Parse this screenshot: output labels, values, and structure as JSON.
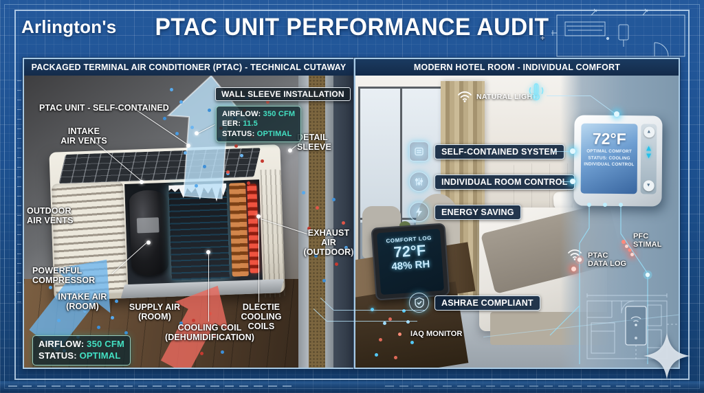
{
  "header": {
    "brand": "Arlington's",
    "title": "PTAC UNIT PERFORMANCE AUDIT"
  },
  "left_panel": {
    "title": "PACKAGED TERMINAL AIR CONDITIONER (PTAC) - TECHNICAL CUTAWAY",
    "callouts": {
      "ptac_unit": "PTAC UNIT - SELF-CONTAINED",
      "intake_air_vents": "INTAKE\nAIR VENTS",
      "wall_sleeve": "WALL SLEEVE INSTALLATION",
      "detail_sleeve": "DETAIL SLEEVE",
      "outdoor_air_vents": "OUTDOOR\nAIR VENTS",
      "powerful_compressor": "POWERFUL\nCOMPRESSOR",
      "intake_air_room": "INTAKE AIR\n(ROOM)",
      "supply_air_room": "SUPPLY AIR\n(ROOM)",
      "cooling_coil": "COOLING COIL\n(DEHUMIDIFICATION)",
      "electric_cooling_coils": "DLECTIE COOLING\nCOILS",
      "exhaust_air": "EXHAUST AIR\n(OUTDOOR)"
    },
    "stats_badge": {
      "airflow_label": "AIRFLOW:",
      "airflow_value": "350 CFM",
      "eer_label": "EER:",
      "eer_value": "11.5",
      "status_label": "STATUS:",
      "status_value": "OPTIMAL"
    },
    "bottom_badge": {
      "airflow_label": "AIRFLOW:",
      "airflow_value": "350 CFM",
      "status_label": "STATUS:",
      "status_value": "OPTIMAL"
    }
  },
  "right_panel": {
    "title": "MODERN HOTEL ROOM - INDIVIDUAL COMFORT",
    "natural_light_label": "NATURAL LIGHT",
    "features": [
      {
        "label": "SELF-CONTAINED SYSTEM",
        "icon": "ptac-device-icon"
      },
      {
        "label": "INDIVIDUAL ROOM CONTROL",
        "icon": "room-control-icon"
      },
      {
        "label": "ENERGY SAVING",
        "icon": "lightning-icon"
      },
      {
        "label": "ASHRAE COMPLIANT",
        "icon": "shield-check-icon"
      }
    ],
    "iaq_monitor_label": "IAQ MONITOR",
    "pfc_stimal_label": "PFC STIMAL",
    "ptac_data_log_label": "PTAC\nDATA LOG",
    "thermostat": {
      "temperature": "72°F",
      "line1": "OPTIMAL COMFORT",
      "line2": "STATUS: COOLING",
      "line3": "INDIVIDUAL CONTROL",
      "up_icon": "▲",
      "down_icon": "▼"
    },
    "tablet": {
      "title": "COMFORT LOG",
      "temperature": "72°F",
      "humidity": "48% RH"
    }
  },
  "colors": {
    "accent_teal": "#43e0c2",
    "cyan_glow": "#5ad8f5",
    "panel_header": "#16304f",
    "blueprint": "#1d5191"
  }
}
